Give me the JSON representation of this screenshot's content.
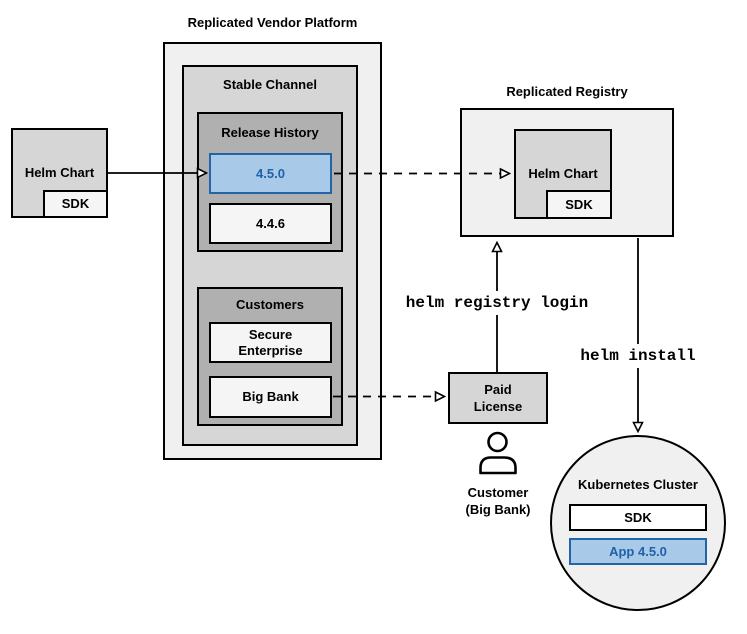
{
  "colors": {
    "blue_fill": "#a9c9e8",
    "blue_border": "#2264a5",
    "blue_text": "#1f62a8",
    "light_gray": "#f0f0f0",
    "mid_gray": "#d6d6d6",
    "dark_gray": "#b0b0b0",
    "box_light": "#f5f5f5"
  },
  "vendor_platform": {
    "title": "Replicated Vendor Platform",
    "stable_channel": {
      "label": "Stable Channel",
      "release_history": {
        "label": "Release History",
        "releases": [
          {
            "version": "4.5.0",
            "highlighted": true
          },
          {
            "version": "4.4.6",
            "highlighted": false
          }
        ]
      },
      "customers": {
        "label": "Customers",
        "items": [
          {
            "name": "Secure\nEnterprise"
          },
          {
            "name": "Big Bank"
          }
        ]
      }
    }
  },
  "helm_chart_source": {
    "label": "Helm Chart",
    "sdk_label": "SDK"
  },
  "registry": {
    "title": "Replicated Registry",
    "helm_chart": {
      "label": "Helm Chart",
      "sdk_label": "SDK"
    }
  },
  "paid_license": {
    "label": "Paid\nLicense"
  },
  "customer": {
    "label": "Customer\n(Big Bank)"
  },
  "kubernetes_cluster": {
    "title": "Kubernetes Cluster",
    "sdk_label": "SDK",
    "app_label": "App 4.5.0"
  },
  "commands": {
    "registry_login": "helm registry login",
    "install": "helm install"
  }
}
